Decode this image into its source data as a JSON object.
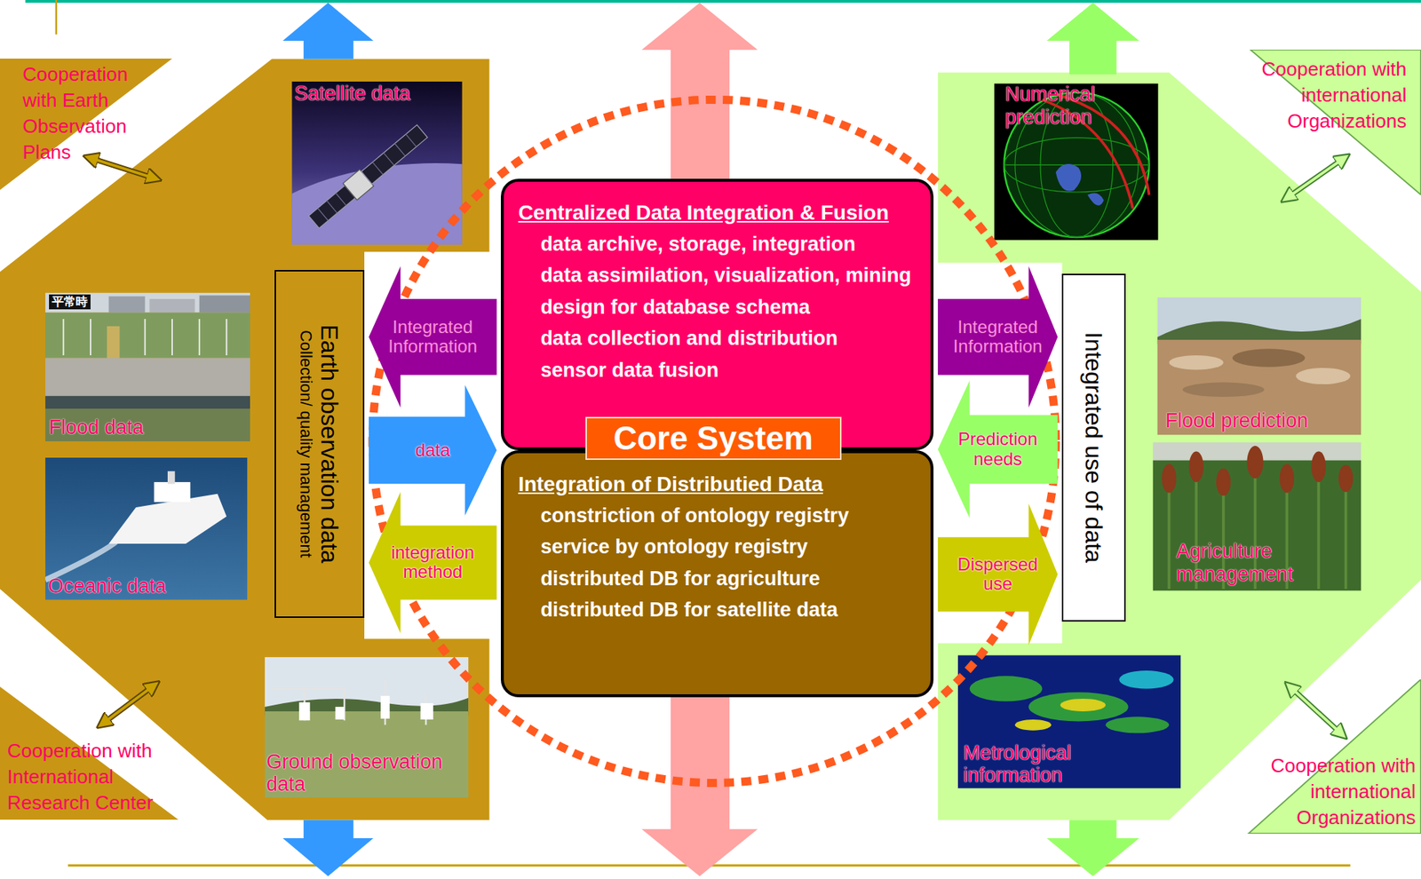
{
  "diagram": {
    "nodes": [
      {
        "text": [
          "Cooperation with Earth Observation Plans"
        ]
      },
      {
        "text": [
          "Satellite data"
        ]
      },
      {
        "text": [
          "Numerical prediction"
        ]
      },
      {
        "text": [
          "Cooperation with international Organizations"
        ]
      },
      {
        "text": [
          "Flood data"
        ]
      },
      {
        "text": [
          "Earth observation data",
          "Collection/ quality management"
        ]
      },
      {
        "text": [
          "Core System"
        ]
      },
      {
        "text": [
          "Centralized Data Integration & Fusion",
          "data archive, storage, integration",
          "data assimilation, visualization, mining",
          "design for database schema",
          "data collection and distribution",
          "sensor data fusion"
        ],
        "in": 6
      },
      {
        "text": [
          "Integration of Distributied Data",
          "constriction of ontology registry",
          "service by ontology registry",
          "distributed DB for agriculture",
          "distributed DB for satellite data"
        ],
        "in": 6
      },
      {
        "text": [
          "Integrated use of data"
        ]
      },
      {
        "text": [
          "Flood prediction"
        ]
      },
      {
        "text": [
          "Oceanic data"
        ]
      },
      {
        "text": [
          "Agriculture management"
        ]
      },
      {
        "text": [
          "Ground observation data"
        ]
      },
      {
        "text": [
          "Metrological information"
        ]
      },
      {
        "text": [
          "Cooperation with International Research Center"
        ]
      },
      {
        "text": [
          "Cooperation with international Organizations"
        ]
      }
    ],
    "edges": [
      {
        "from": 7,
        "to": 5,
        "arrow": "to",
        "label": "Integrated Information"
      },
      {
        "from": 5,
        "to": 6,
        "arrow": "to",
        "label": "data"
      },
      {
        "from": 8,
        "to": 5,
        "arrow": "to",
        "label": "integration method"
      },
      {
        "from": 7,
        "to": 9,
        "arrow": "to",
        "label": "Integrated Information"
      },
      {
        "from": 9,
        "to": 6,
        "arrow": "to",
        "label": "Prediction needs"
      },
      {
        "from": 8,
        "to": 9,
        "arrow": "to",
        "label": "Dispersed use"
      }
    ],
    "labels": [
      "平常時"
    ]
  }
}
